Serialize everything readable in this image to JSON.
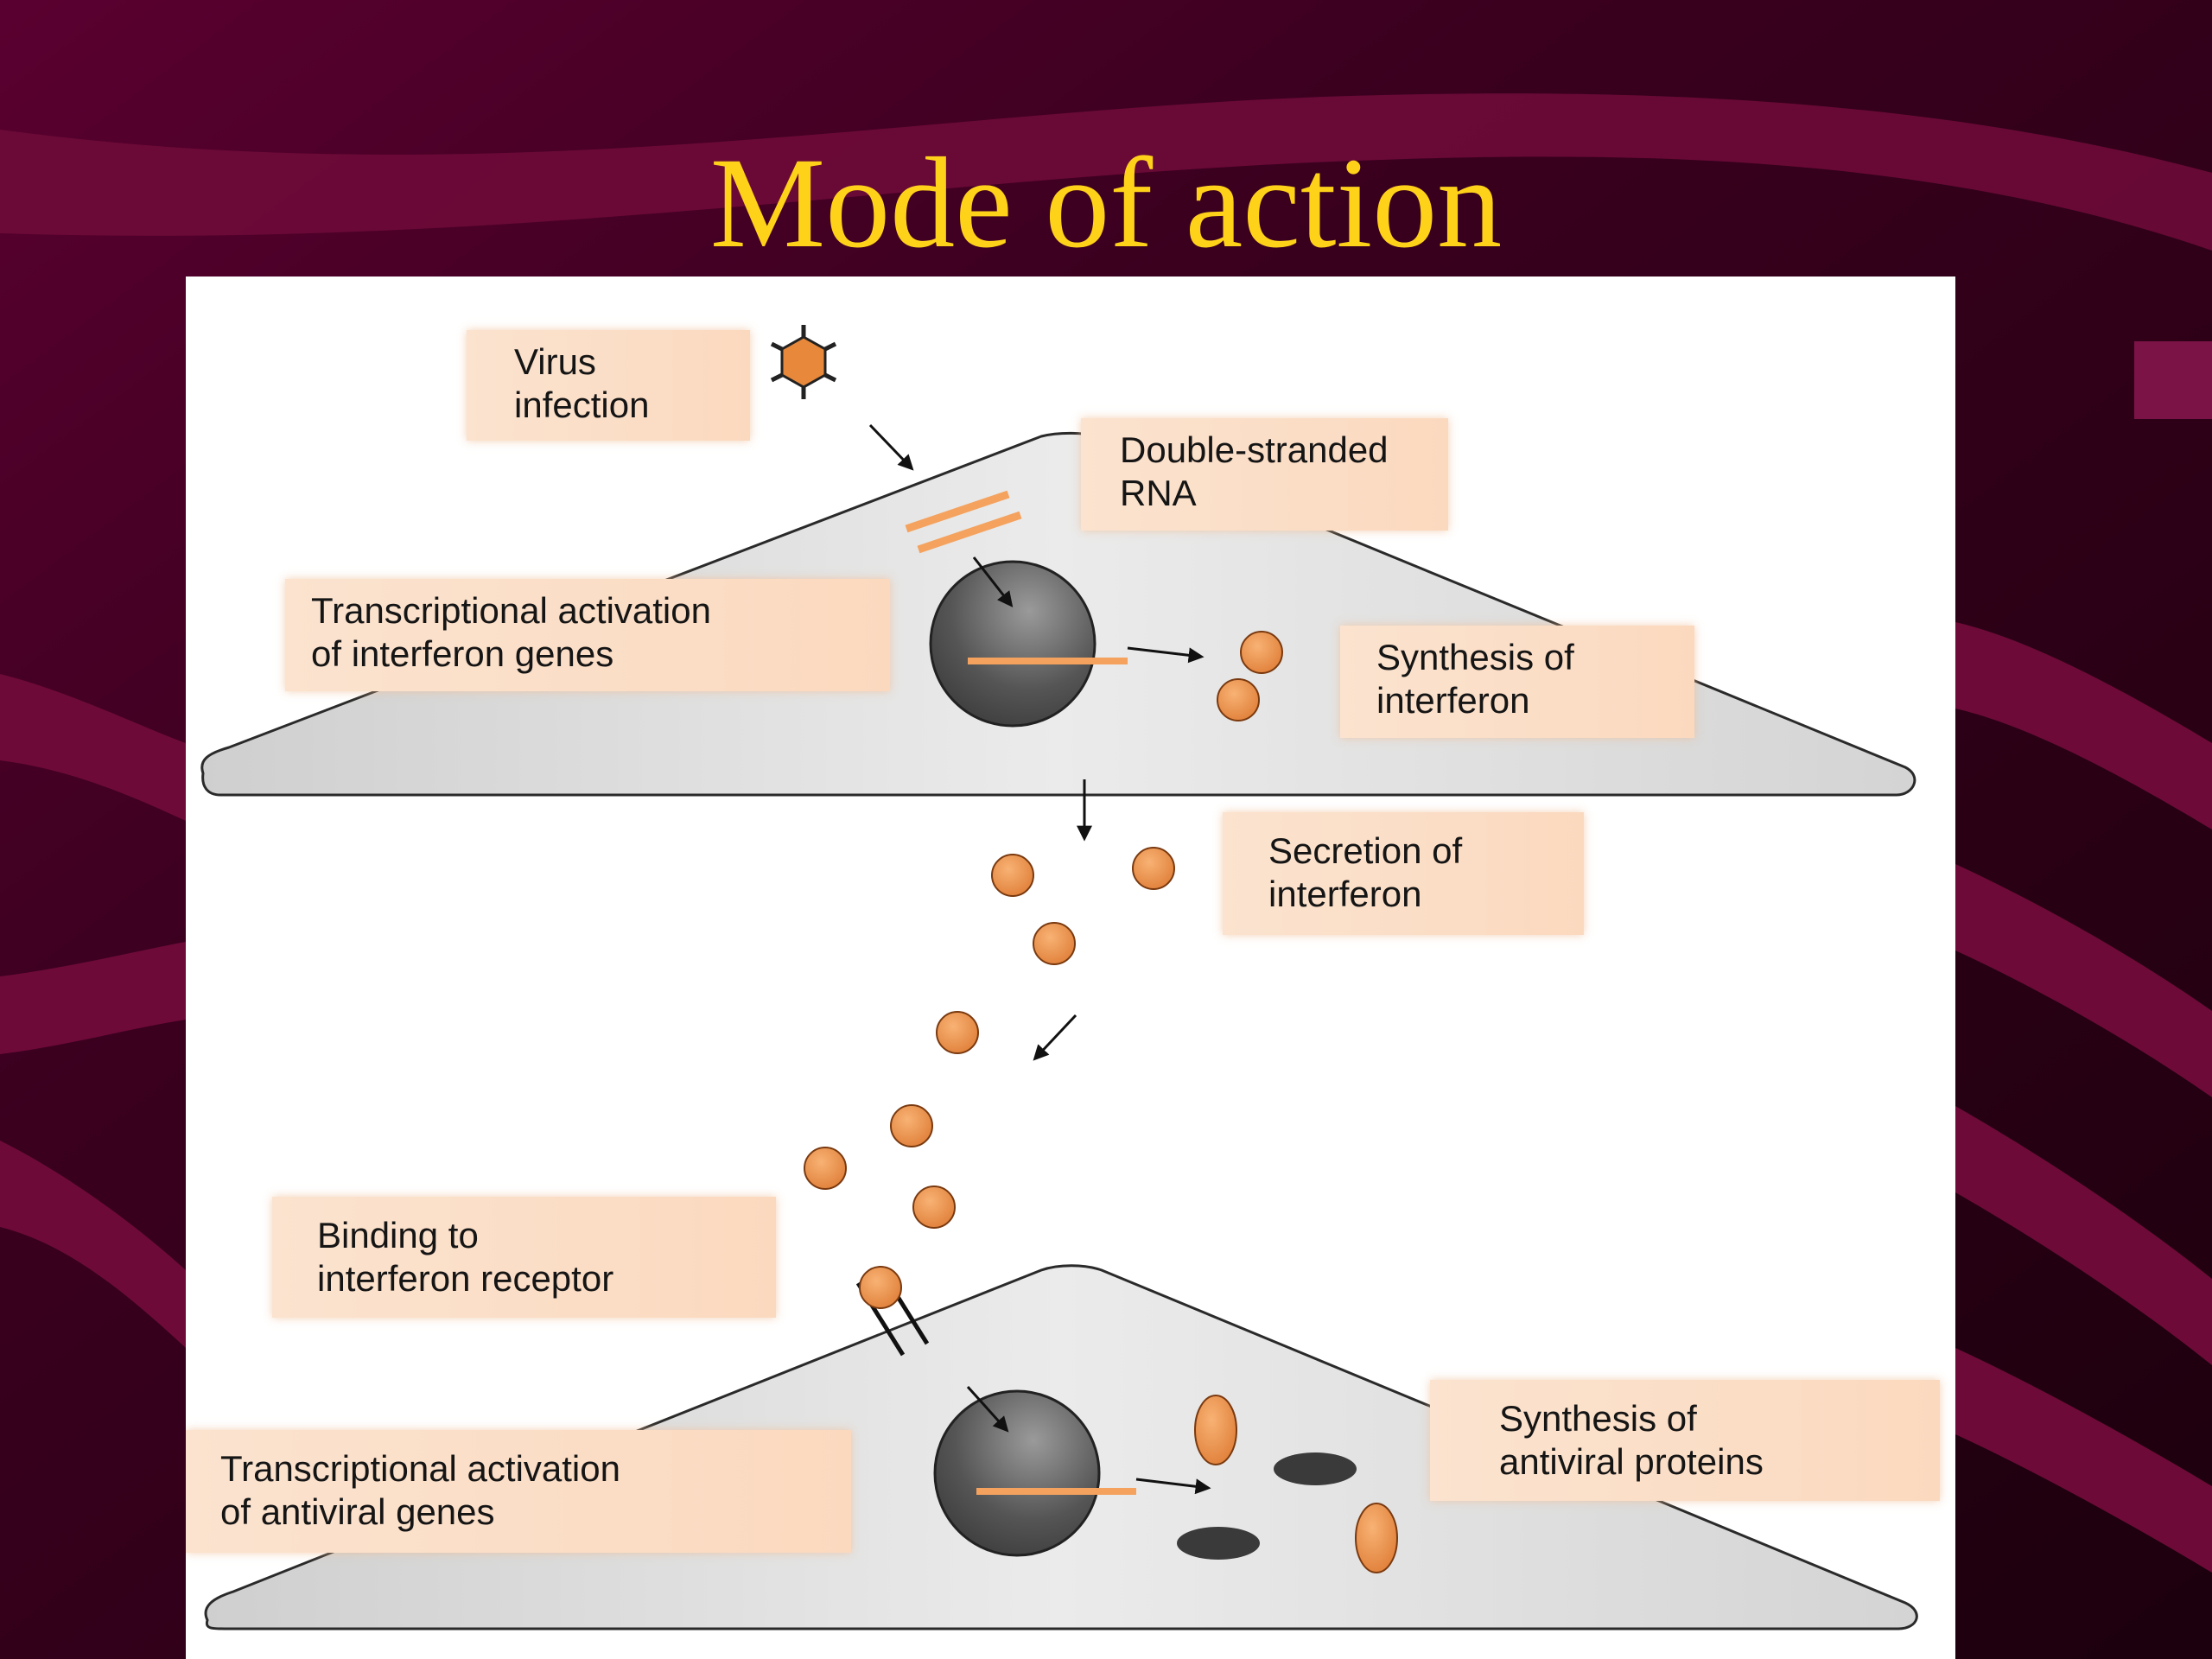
{
  "slide": {
    "title": "Mode of action",
    "colors": {
      "background": "#2a0014",
      "swoosh": "#6e0a38",
      "title": "#ffd21a"
    }
  },
  "diagram": {
    "labels": {
      "virus_infection": [
        "Virus",
        "infection"
      ],
      "double_stranded_rna": [
        "Double-stranded",
        "RNA"
      ],
      "transcriptional_activation_interferon": [
        "Transcriptional activation",
        "of interferon genes"
      ],
      "synthesis_interferon": [
        "Synthesis of",
        "interferon"
      ],
      "secretion_interferon": [
        "Secretion of",
        "interferon"
      ],
      "binding_receptor": [
        "Binding to",
        "interferon receptor"
      ],
      "transcriptional_activation_antiviral": [
        "Transcriptional activation",
        "of antiviral genes"
      ],
      "synthesis_antiviral_proteins": [
        "Synthesis of",
        "antiviral proteins"
      ]
    },
    "colors": {
      "label_fill": "#fbdcc4",
      "cell_fill": "#d9d9d9",
      "nucleus": "#555555",
      "interferon": "#f0954a",
      "mrna": "#f4a25e",
      "protein_dark": "#3a3a3a"
    }
  }
}
